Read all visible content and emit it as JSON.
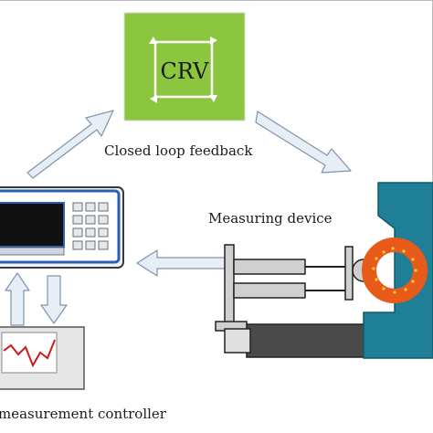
{
  "crv_label": "CRV",
  "closed_loop_label": "Closed loop feedback",
  "measuring_device_label": "Measuring device",
  "measurement_controller_label": "measurement controller",
  "colors": {
    "crv_green": "#8cc63f",
    "teal": "#1f7f96",
    "orange_ring": "#e85a1a",
    "arrow_fill": "#e8eef6",
    "arrow_stroke": "#7e93ad",
    "screen_bezel": "#2b5fb5",
    "screen": "#111111"
  }
}
